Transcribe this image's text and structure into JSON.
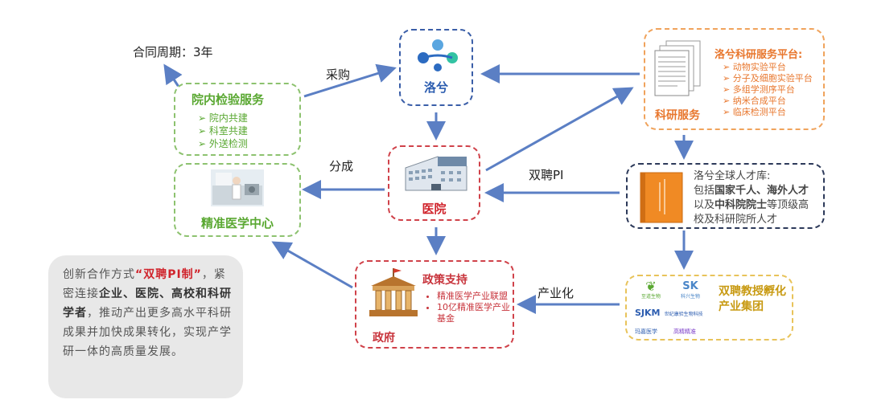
{
  "contract": "合同周期：3年",
  "edges": {
    "purchase": "采购",
    "share": "分成",
    "dual": "双聘PI",
    "industry": "产业化"
  },
  "luoxi": {
    "label": "洛兮"
  },
  "hospital_service": {
    "title": "院内检验服务",
    "items": [
      "院内共建",
      "科室共建",
      "外送检测"
    ]
  },
  "precision_center": {
    "title": "精准医学中心"
  },
  "hospital": {
    "label": "医院"
  },
  "research_platform": {
    "title": "洛兮科研服务平台:",
    "items": [
      "动物实验平台",
      "分子及细胞实验平台",
      "多组学测序平台",
      "纳米合成平台",
      "临床检测平台"
    ],
    "caption": "科研服务"
  },
  "talent": {
    "line1": "洛兮全球人才库:",
    "line2a": "包括",
    "line2b": "国家千人、海外人才",
    "line3a": "以及",
    "line3b": "中科院院士",
    "line3c": "等顶级高",
    "line4": "校及科研院所人才"
  },
  "government": {
    "title": "政策支持",
    "items": [
      "精准医学产业联盟",
      "10亿精准医学产业基金"
    ],
    "caption": "政府"
  },
  "incubator": {
    "title": "双聘教授孵化产业集团",
    "logos": [
      "至道生物",
      "科兴生物",
      "世纪康验生物科技",
      "玛嘉医学",
      "高精精准"
    ]
  },
  "note": {
    "p1": "创新合作方式",
    "p2": "“双聘PI制”",
    "p3": "，紧密连接",
    "p4": "企业、医院、高校和科研学者",
    "p5": "，推动产出更多高水平科研成果并加快成果转化，实现产学研一体的高质量发展。"
  },
  "colors": {
    "green": "#5aa832",
    "blue": "#3a5ea8",
    "red": "#d0424a",
    "orange": "#e8772e",
    "gold": "#c89a12"
  }
}
